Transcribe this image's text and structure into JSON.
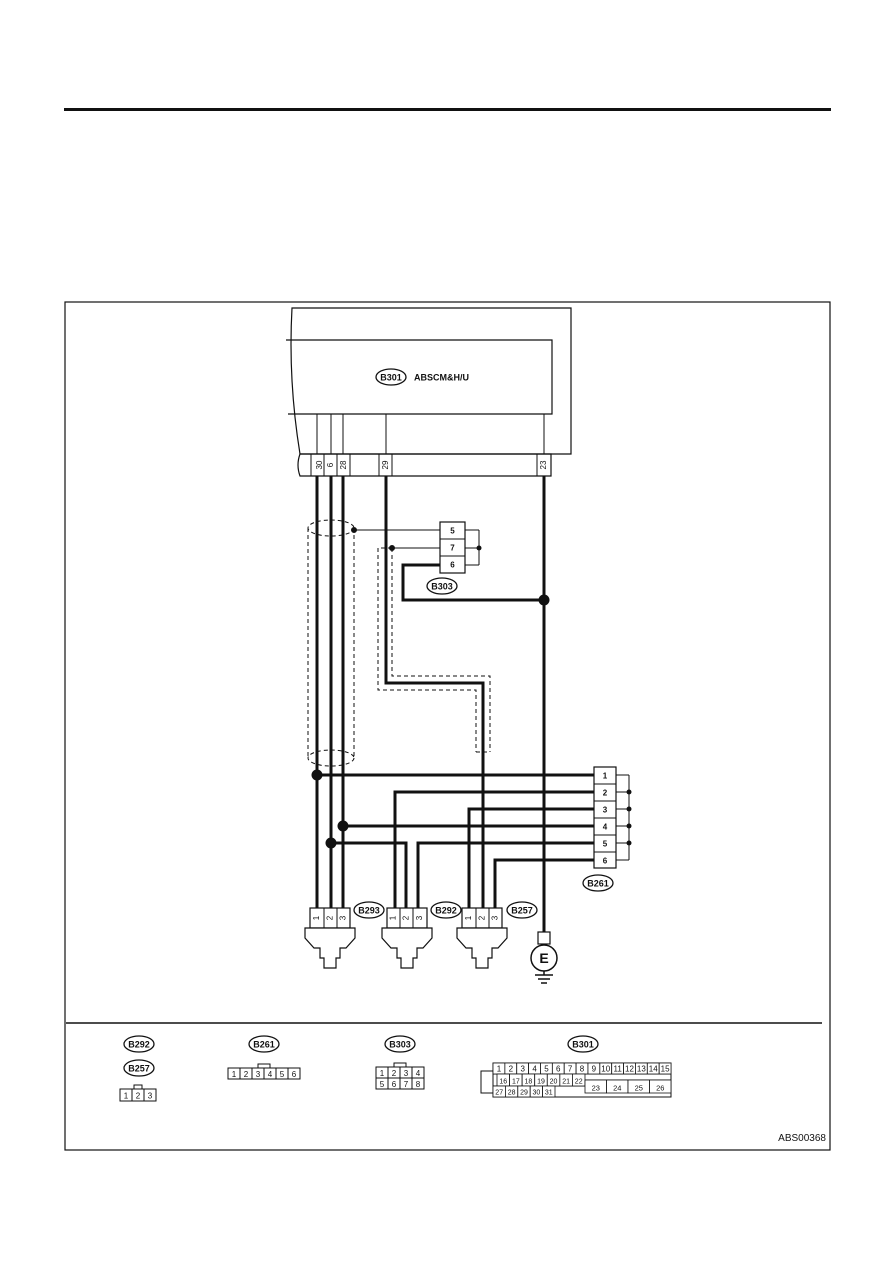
{
  "module": {
    "tag": "B301",
    "name": "ABSCM&H/U"
  },
  "module_pins": [
    "30",
    "6",
    "28",
    "29",
    "23"
  ],
  "connector_b303": {
    "tag": "B303",
    "pins": [
      "5",
      "7",
      "6"
    ]
  },
  "connector_b261": {
    "tag": "B261",
    "pins": [
      "1",
      "2",
      "3",
      "4",
      "5",
      "6"
    ]
  },
  "sensors": [
    {
      "tag": "B293",
      "pins": [
        "1",
        "2",
        "3"
      ]
    },
    {
      "tag": "B292",
      "pins": [
        "1",
        "2",
        "3"
      ]
    },
    {
      "tag": "B257",
      "pins": [
        "1",
        "2",
        "3"
      ]
    }
  ],
  "ground_symbol": "E",
  "legend": {
    "b292_b257": {
      "tags": [
        "B292",
        "B257"
      ],
      "pins": [
        "1",
        "2",
        "3"
      ]
    },
    "b261": {
      "tag": "B261",
      "pins": [
        "1",
        "2",
        "3",
        "4",
        "5",
        "6"
      ]
    },
    "b303": {
      "tag": "B303",
      "rows": [
        [
          "1",
          "2",
          "3",
          "4"
        ],
        [
          "5",
          "6",
          "7",
          "8"
        ]
      ]
    },
    "b301": {
      "tag": "B301",
      "row1": [
        "1",
        "2",
        "3",
        "4",
        "5",
        "6",
        "7",
        "8",
        "9",
        "10",
        "11",
        "12",
        "13",
        "14",
        "15"
      ],
      "row2": [
        "16",
        "17",
        "18",
        "19",
        "20",
        "21",
        "22"
      ],
      "row3": [
        "27",
        "28",
        "29",
        "30",
        "31"
      ],
      "big": [
        "23",
        "24",
        "25",
        "26"
      ]
    }
  },
  "figure_code": "ABS00368"
}
